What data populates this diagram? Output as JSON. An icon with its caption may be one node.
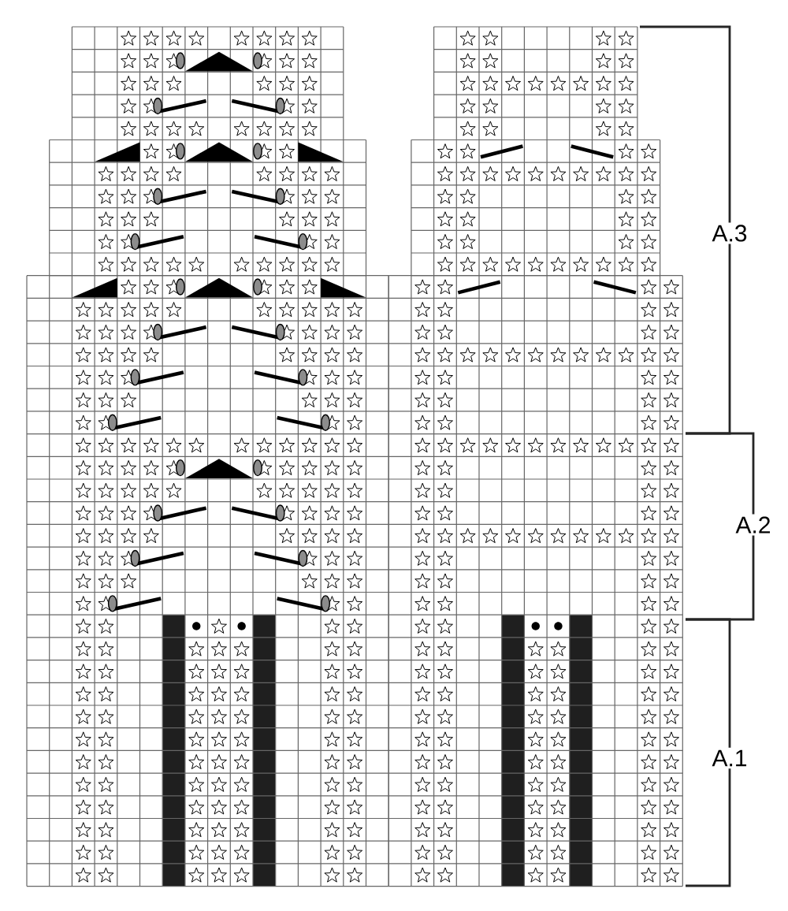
{
  "diagram": {
    "labels": [
      "A.3",
      "A.2",
      "A.1"
    ]
  }
}
